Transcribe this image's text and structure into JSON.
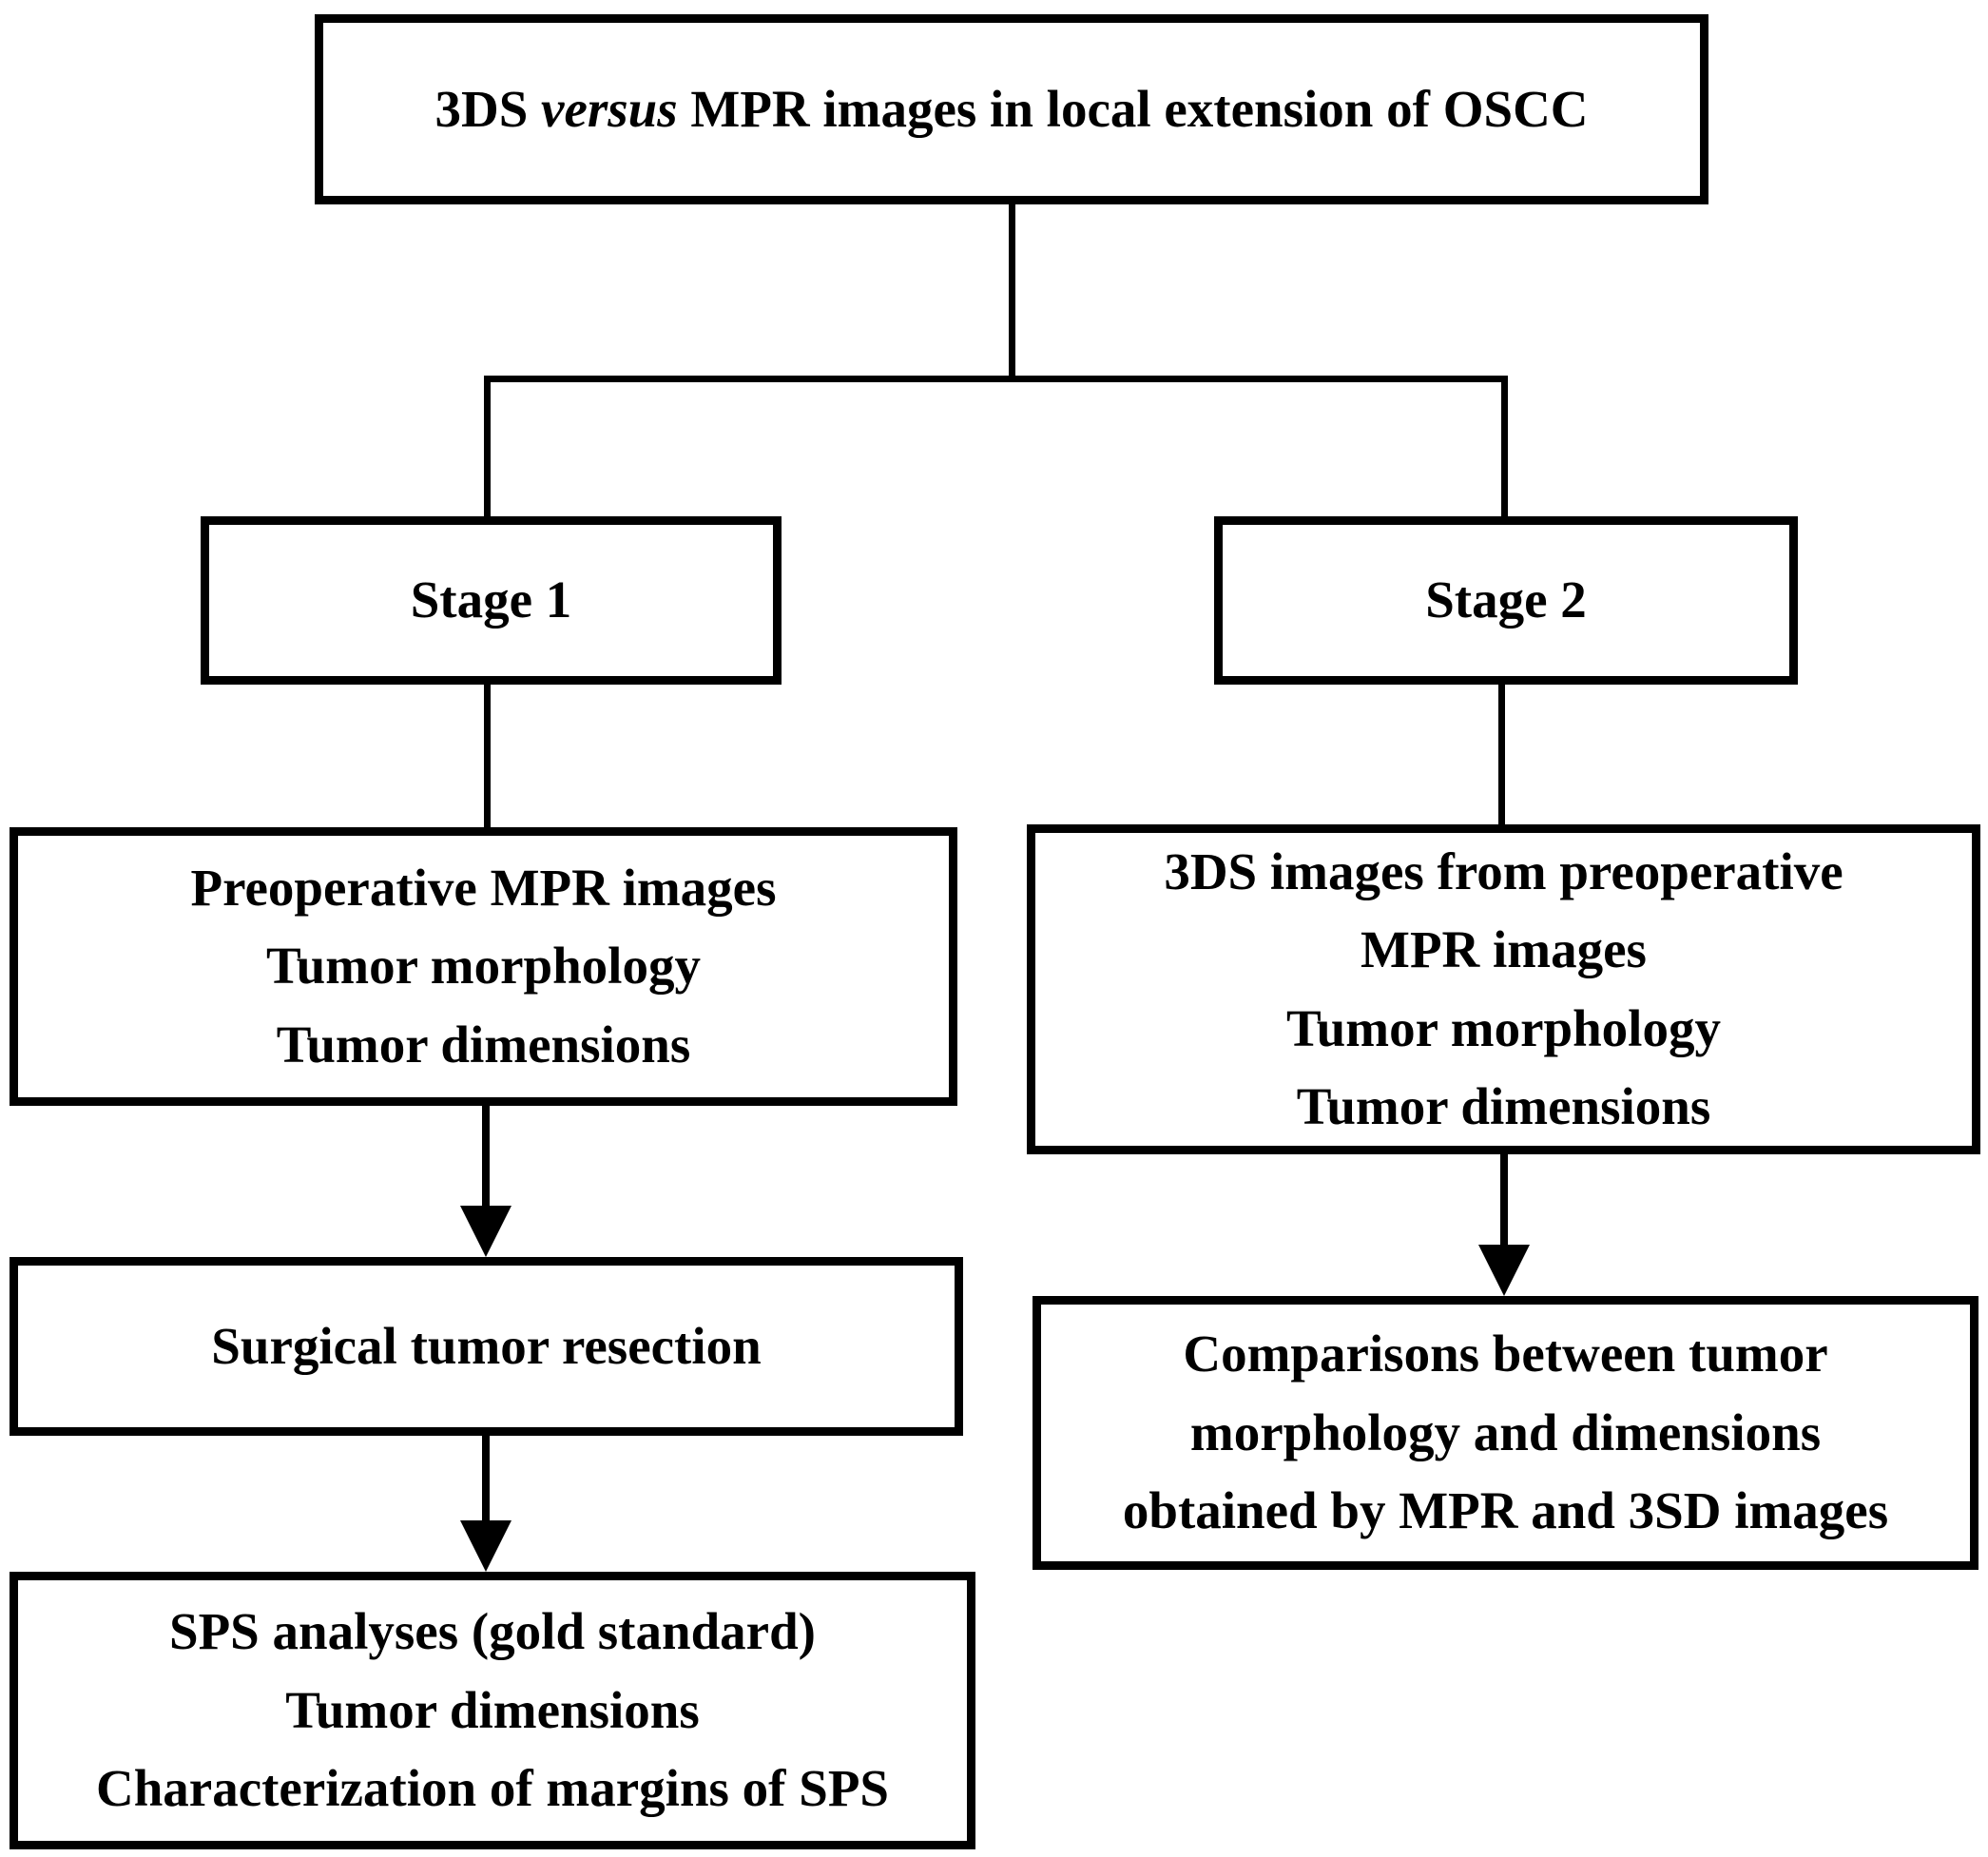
{
  "diagram": {
    "background_color": "#ffffff",
    "line_color": "#000000",
    "text_color": "#000000",
    "nodes": {
      "title": {
        "parts": [
          "3DS ",
          "versus",
          " MPR images in local extension of OSCC"
        ]
      },
      "stage1": {
        "label": "Stage 1"
      },
      "stage2": {
        "label": "Stage 2"
      },
      "mpr": {
        "lines": [
          "Preoperative MPR images",
          "Tumor morphology",
          "Tumor dimensions"
        ]
      },
      "threeds": {
        "lines": [
          "3DS images from preoperative",
          "MPR images",
          "Tumor morphology",
          "Tumor dimensions"
        ]
      },
      "surgical": {
        "label": "Surgical tumor resection"
      },
      "sps": {
        "lines": [
          "SPS analyses (gold standard)",
          "Tumor dimensions",
          "Characterization of margins of SPS"
        ]
      },
      "comparisons": {
        "lines": [
          "Comparisons between tumor",
          "morphology and dimensions",
          "obtained by MPR and 3SD images"
        ]
      }
    }
  }
}
